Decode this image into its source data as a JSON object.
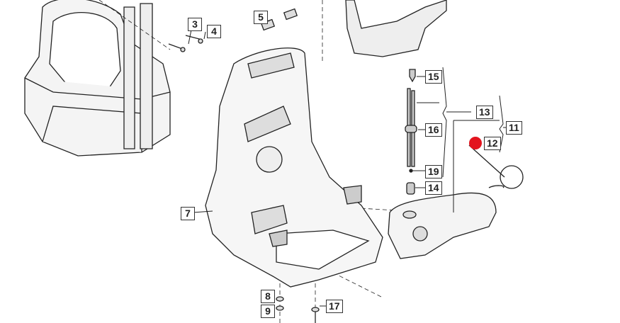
{
  "callouts": [
    {
      "id": "c3",
      "text": "3"
    },
    {
      "id": "c4",
      "text": "4"
    },
    {
      "id": "c5",
      "text": "5"
    },
    {
      "id": "c7",
      "text": "7"
    },
    {
      "id": "c8",
      "text": "8"
    },
    {
      "id": "c9",
      "text": "9"
    },
    {
      "id": "c11",
      "text": "11"
    },
    {
      "id": "c12",
      "text": "12"
    },
    {
      "id": "c13",
      "text": "13"
    },
    {
      "id": "c14",
      "text": "14"
    },
    {
      "id": "c15",
      "text": "15"
    },
    {
      "id": "c16",
      "text": "16"
    },
    {
      "id": "c17",
      "text": "17"
    },
    {
      "id": "c19",
      "text": "19"
    }
  ],
  "marker_color": "#e3141e"
}
